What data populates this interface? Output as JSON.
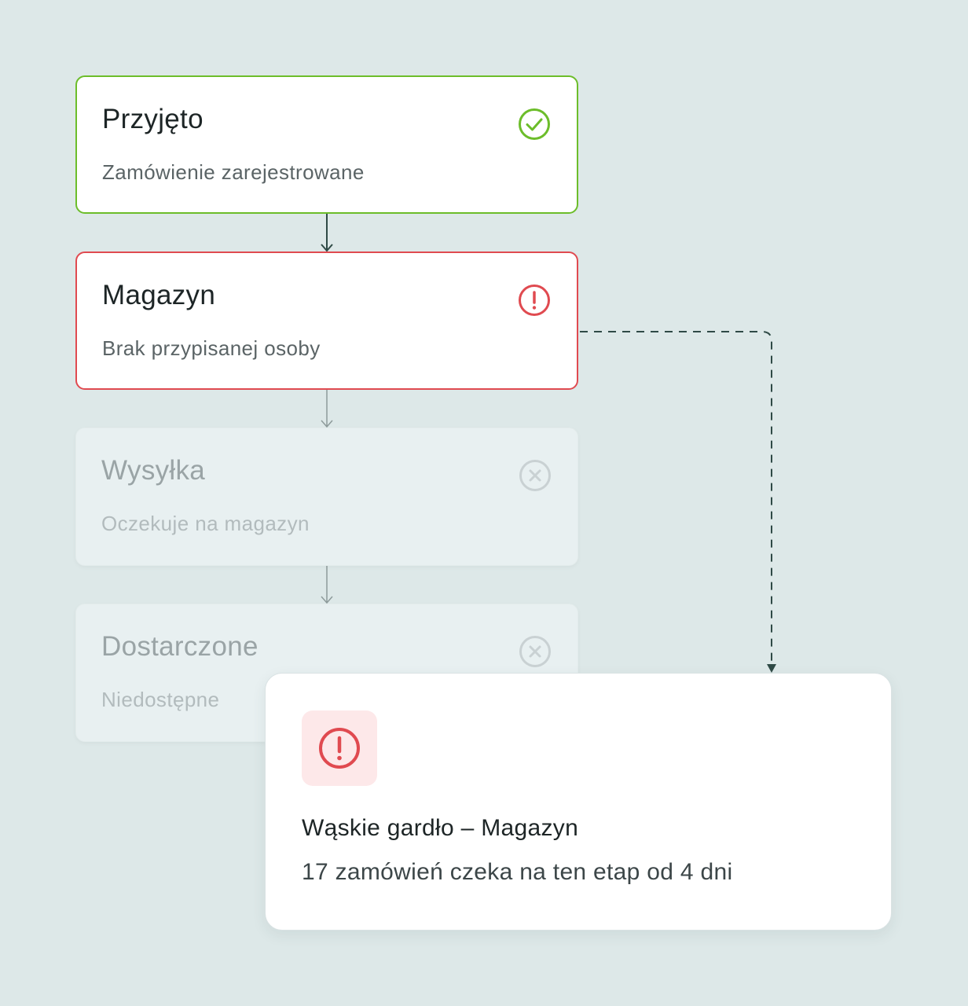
{
  "stages": [
    {
      "title": "Przyjęto",
      "subtitle": "Zamówienie zarejestrowane",
      "status": "done",
      "icon": "check-circle-icon",
      "color": "#6cbd2a"
    },
    {
      "title": "Magazyn",
      "subtitle": "Brak przypisanej osoby",
      "status": "error",
      "icon": "alert-circle-icon",
      "color": "#e04a50"
    },
    {
      "title": "Wysyłka",
      "subtitle": "Oczekuje na magazyn",
      "status": "blocked",
      "icon": "x-circle-icon",
      "color": "#c9d1d3"
    },
    {
      "title": "Dostarczone",
      "subtitle": "Niedostępne",
      "status": "blocked",
      "icon": "x-circle-icon",
      "color": "#c9d1d3"
    }
  ],
  "alert": {
    "icon": "alert-circle-icon",
    "title": "Wąskie gardło – Magazyn",
    "message": "17 zamówień czeka na ten etap od 4 dni",
    "accent": "#e04a50",
    "icon_background": "#fde8e9"
  },
  "colors": {
    "background": "#dde8e8",
    "connector": "#2f4a46"
  }
}
